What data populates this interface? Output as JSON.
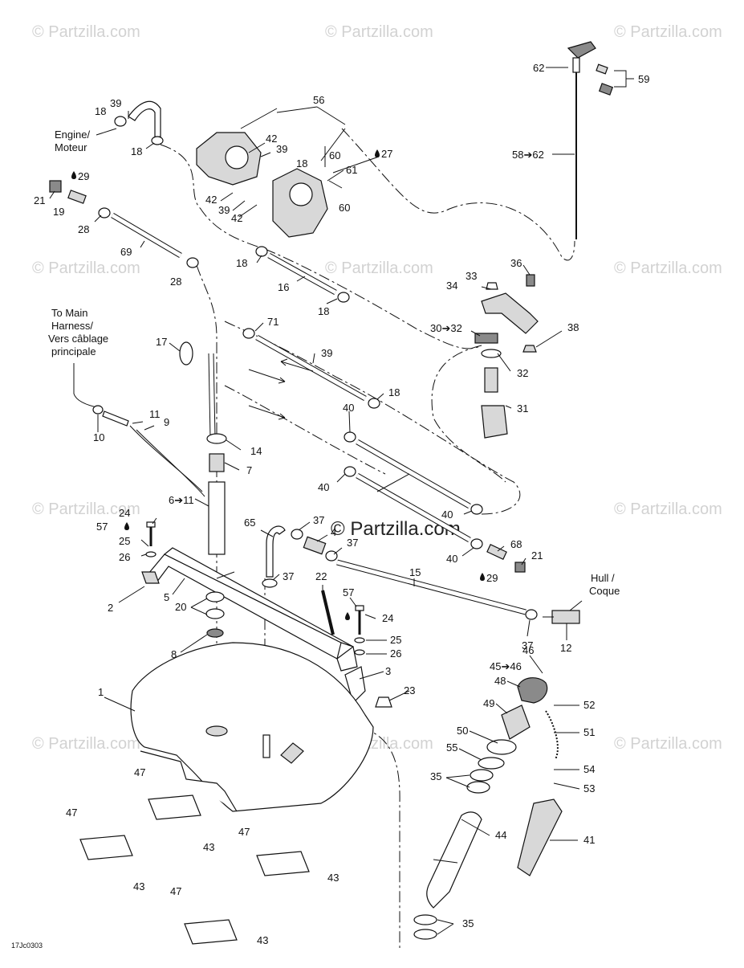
{
  "watermark": "© Partzilla.com",
  "center_watermark": "© Partzilla.com",
  "diagram_code": "17Jc0303",
  "labels": {
    "engine": "Engine/",
    "moteur": "Moteur",
    "to_main": "To Main",
    "harness": "Harness/",
    "vers_cablage": "Vers câblage",
    "principale": "principale",
    "hull": "Hull /",
    "coque": "Coque"
  },
  "callouts": {
    "c62": "62",
    "c59": "59",
    "c58_62": "58➔62",
    "c56": "56",
    "c39a": "39",
    "c18a": "18",
    "c18b": "18",
    "c42a": "42",
    "c39b": "39",
    "c18c": "18",
    "c60a": "60",
    "c27": "27",
    "c61": "61",
    "c60b": "60",
    "c42b": "42",
    "c39c": "39",
    "c42c": "42",
    "c29a": "29",
    "c21a": "21",
    "c19": "19",
    "c28a": "28",
    "c69": "69",
    "c28b": "28",
    "c18d": "18",
    "c16": "16",
    "c18e": "18",
    "c36": "36",
    "c33": "33",
    "c34": "34",
    "c30_32": "30➔32",
    "c38": "38",
    "c32": "32",
    "c31": "31",
    "c71": "71",
    "c39d": "39",
    "c17": "17",
    "c18f": "18",
    "c40a": "40",
    "c11": "11",
    "c9": "9",
    "c10": "10",
    "c14": "14",
    "c7": "7",
    "c6_11": "6➔11",
    "c40b": "40",
    "c40c": "40",
    "c24a": "24",
    "c57a": "57",
    "c25a": "25",
    "c26a": "26",
    "c65": "65",
    "c37a": "37",
    "c4": "4",
    "c37b": "37",
    "c68": "68",
    "c21b": "21",
    "c40d": "40",
    "c29b": "29",
    "c37c": "37",
    "c2": "2",
    "c5": "5",
    "c22": "22",
    "c15": "15",
    "c20": "20",
    "c57b": "57",
    "c24b": "24",
    "c25b": "25",
    "c26b": "26",
    "c37d": "37",
    "c12": "12",
    "c8": "8",
    "c3": "3",
    "c46": "46",
    "c45_46": "45➔46",
    "c48": "48",
    "c23": "23",
    "c1": "1",
    "c52": "52",
    "c49": "49",
    "c51": "51",
    "c50": "50",
    "c55": "55",
    "c54": "54",
    "c35a": "35",
    "c53": "53",
    "c47a": "47",
    "c44": "44",
    "c41": "41",
    "c43a": "43",
    "c47b": "47",
    "c47c": "47",
    "c43b": "43",
    "c43c": "43",
    "c47d": "47",
    "c43d": "43",
    "c35b": "35"
  }
}
